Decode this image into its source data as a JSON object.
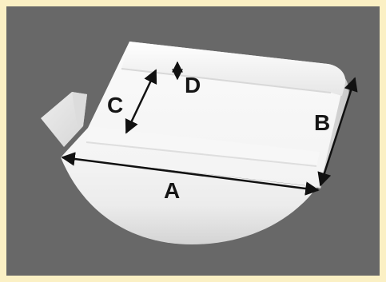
{
  "diagram": {
    "background_color": "#686868",
    "frame_color": "#fbf0c4",
    "object_color": "#f2f2f2",
    "arrow_color": "#111111",
    "labels": {
      "a": "A",
      "b": "B",
      "c": "C",
      "d": "D"
    }
  }
}
